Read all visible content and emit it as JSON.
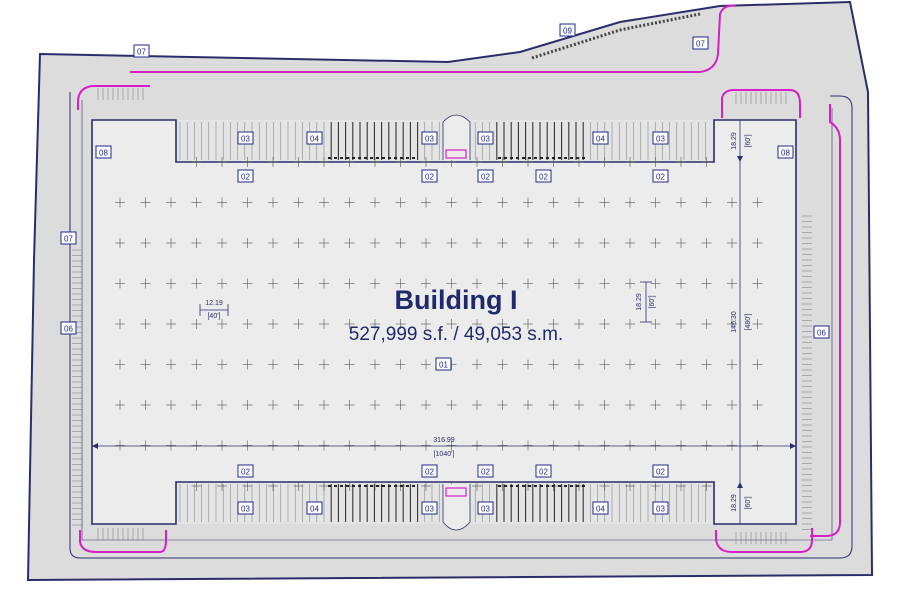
{
  "building": {
    "title": "Building I",
    "area": "527,999 s.f. / 49,053 s.m."
  },
  "zone_tags": {
    "t01": "01",
    "t02": "02",
    "t03": "03",
    "t04": "04",
    "t06": "06",
    "t07": "07",
    "t08": "08",
    "t09": "09"
  },
  "dimensions": {
    "overall_width": "316.99",
    "overall_width_ft": "[1040']",
    "overall_depth": "146.30",
    "overall_depth_ft": "[480']",
    "bay_width": "12.19",
    "bay_width_ft": "[40']",
    "bay_depth": "18.29",
    "bay_depth_ft": "[60']",
    "yard_depth_top": "18.29",
    "yard_depth_top_ft": "[60']",
    "yard_depth_bottom": "18.29",
    "yard_depth_bottom_ft": "[60']"
  },
  "colors": {
    "site_fill": "#dcdcdc",
    "building_fill": "#ececec",
    "outline": "#2b2d6b",
    "accent_curb": "#d61ec8",
    "tag_border": "#1c2a8a",
    "tag_text": "#1c2a8a",
    "title_color": "#1f2a6e"
  }
}
